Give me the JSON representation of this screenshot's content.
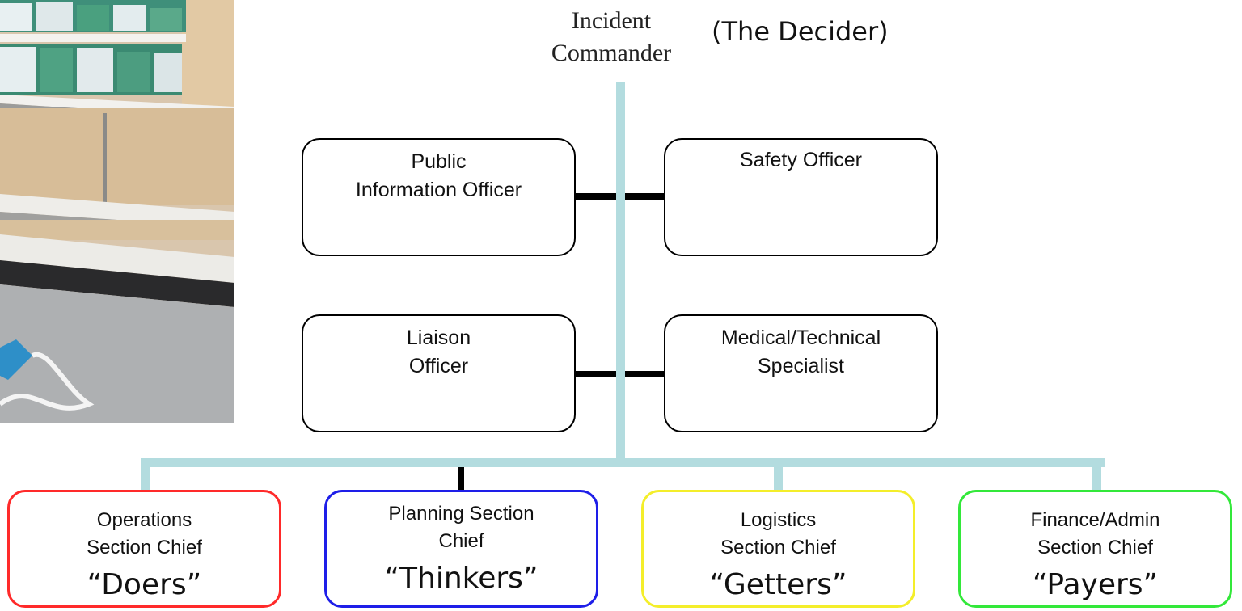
{
  "photo": {
    "description_icon": "photo-store-shelves"
  },
  "commander": {
    "title_line1": "Incident",
    "title_line2": "Commander",
    "role_note": "(The Decider)"
  },
  "command_staff": [
    {
      "line1": "Public",
      "line2": "Information Officer"
    },
    {
      "line1": "Safety Officer",
      "line2": ""
    },
    {
      "line1": "Liaison",
      "line2": "Officer"
    },
    {
      "line1": "Medical/Technical",
      "line2": "Specialist"
    }
  ],
  "sections": [
    {
      "line1": "Operations",
      "line2": "Section Chief",
      "nickname": "“Doers”",
      "color": "#ff2a2a"
    },
    {
      "line1": "Planning Section",
      "line2": "Chief",
      "nickname": "“Thinkers”",
      "color": "#1e1ee8"
    },
    {
      "line1": "Logistics",
      "line2": "Section Chief",
      "nickname": "“Getters”",
      "color": "#f4ee2a"
    },
    {
      "line1": "Finance/Admin",
      "line2": "Section Chief",
      "nickname": "“Payers”",
      "color": "#33e83a"
    }
  ],
  "colors": {
    "connector_main": "#b3dcdf",
    "connector_staff": "#000000"
  }
}
